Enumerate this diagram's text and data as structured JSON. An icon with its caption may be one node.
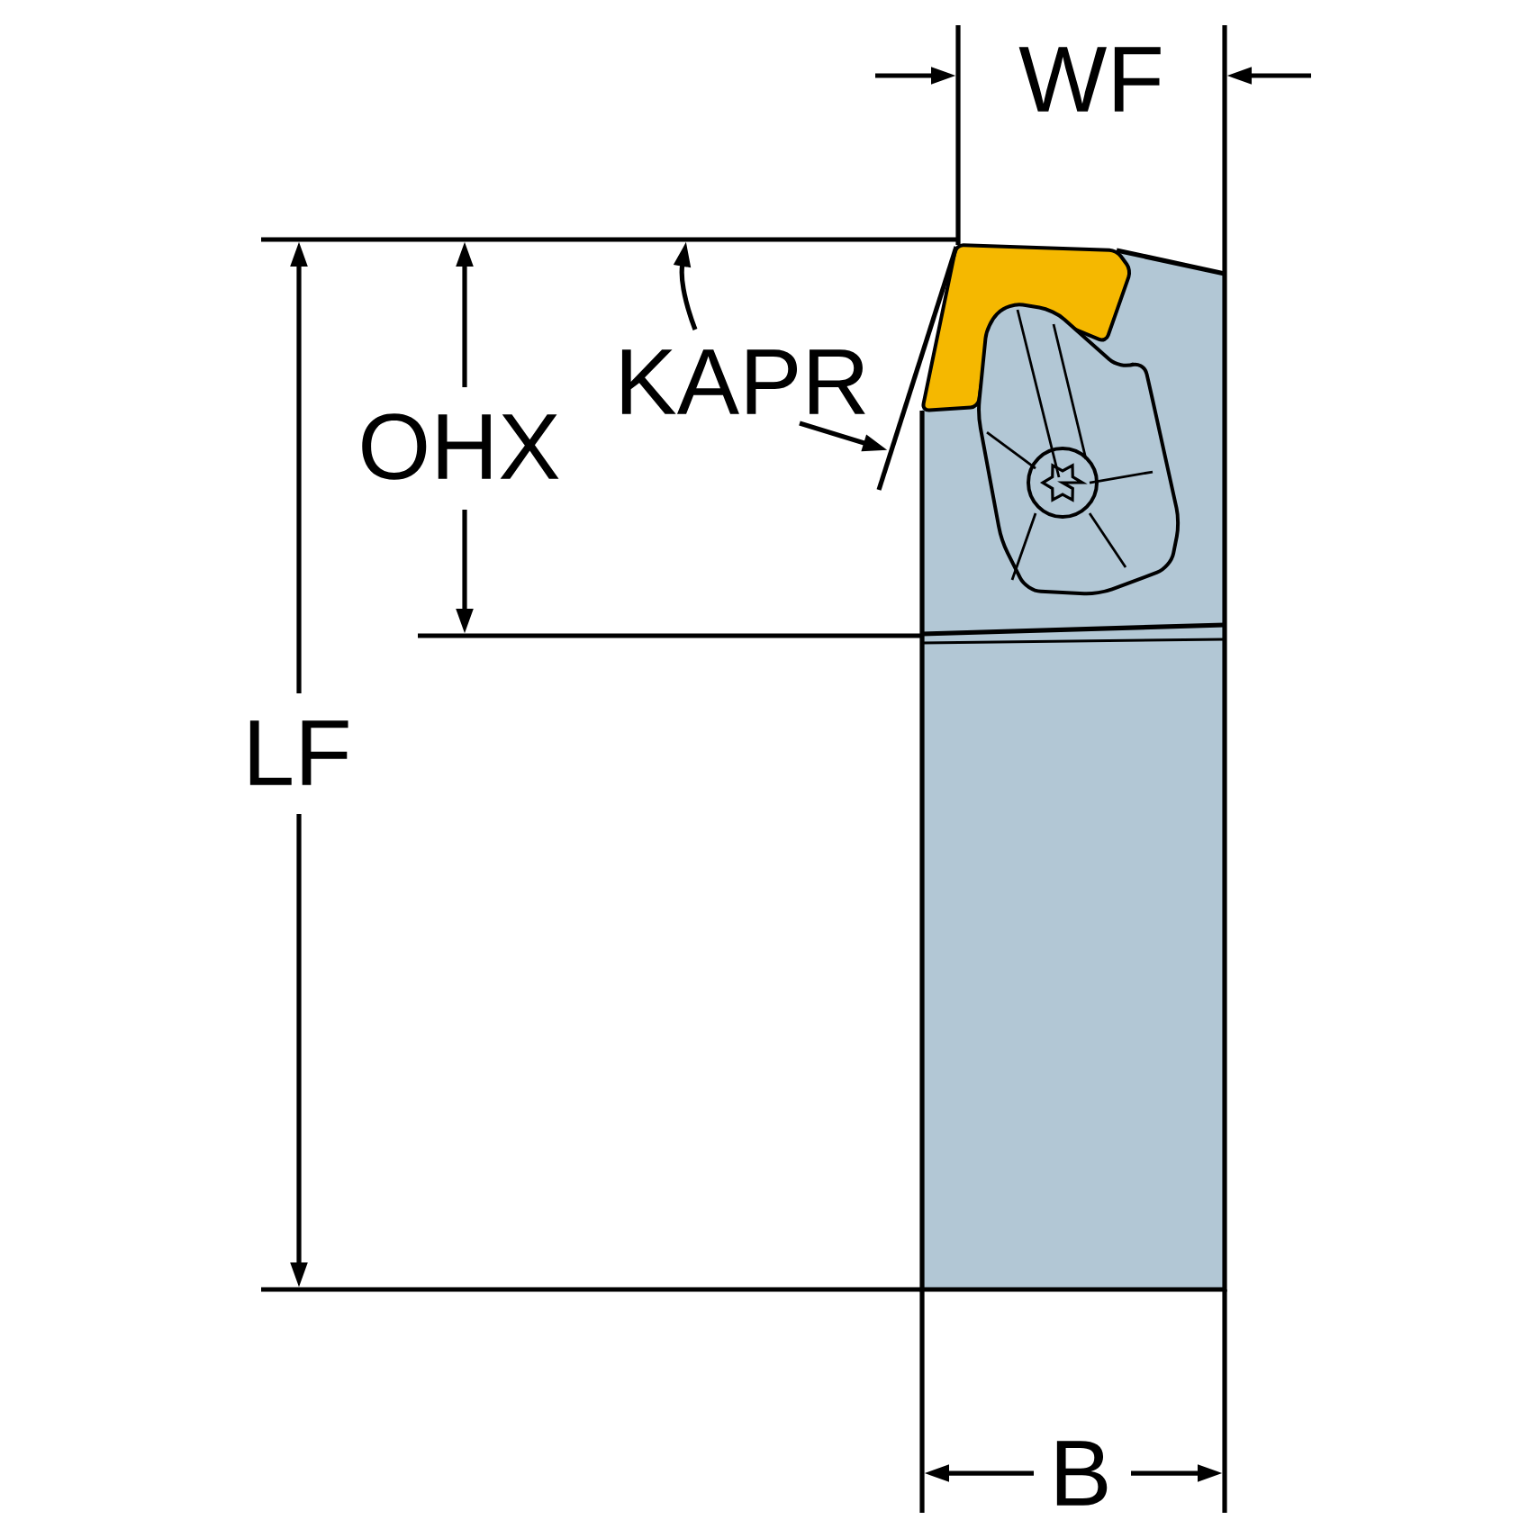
{
  "diagram": {
    "labels": [
      "WF",
      "KAPR",
      "OHX",
      "LF",
      "B"
    ]
  }
}
